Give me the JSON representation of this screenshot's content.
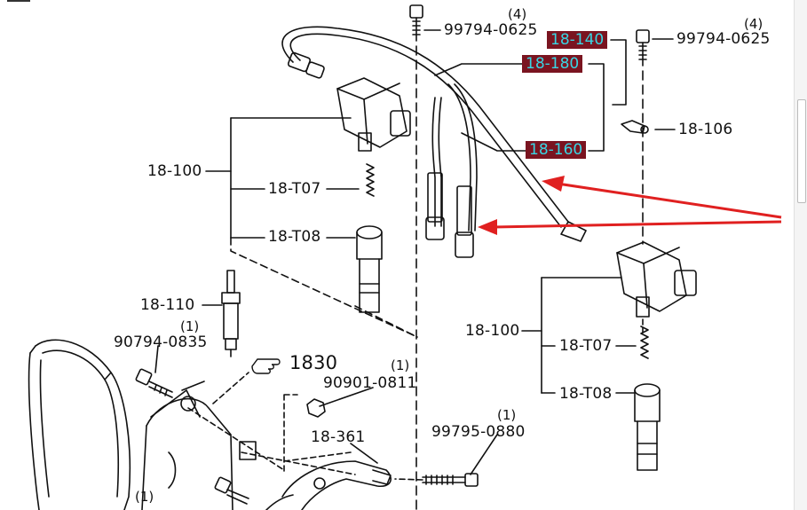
{
  "labels": {
    "p99794_0625_a": "99794-0625",
    "p99794_0625_b": "99794-0625",
    "p18_140": "18-140",
    "p18_180": "18-180",
    "p18_160": "18-160",
    "p18_106": "18-106",
    "p18_100_a": "18-100",
    "p18_107_a": "18-T07",
    "p18_108_a": "18-T08",
    "p18_110": "18-110",
    "p90794_0835": "90794-0835",
    "p1830": "1830",
    "p90901_0811": "90901-0811",
    "p18_361": "18-361",
    "p99795_0880": "99795-0880",
    "p18_100_b": "18-100",
    "p18_107_b": "18-T07",
    "p18_108_b": "18-T08"
  },
  "quantities": {
    "q4_a": "(4)",
    "q4_b": "(4)",
    "q1_a": "(1)",
    "q1_b": "(1)",
    "q1_c": "(1)",
    "q1_d": "(1)"
  },
  "colors": {
    "highlight_bg": "#7a1420",
    "highlight_text": "#39d6e4",
    "arrow": "#e02020"
  }
}
